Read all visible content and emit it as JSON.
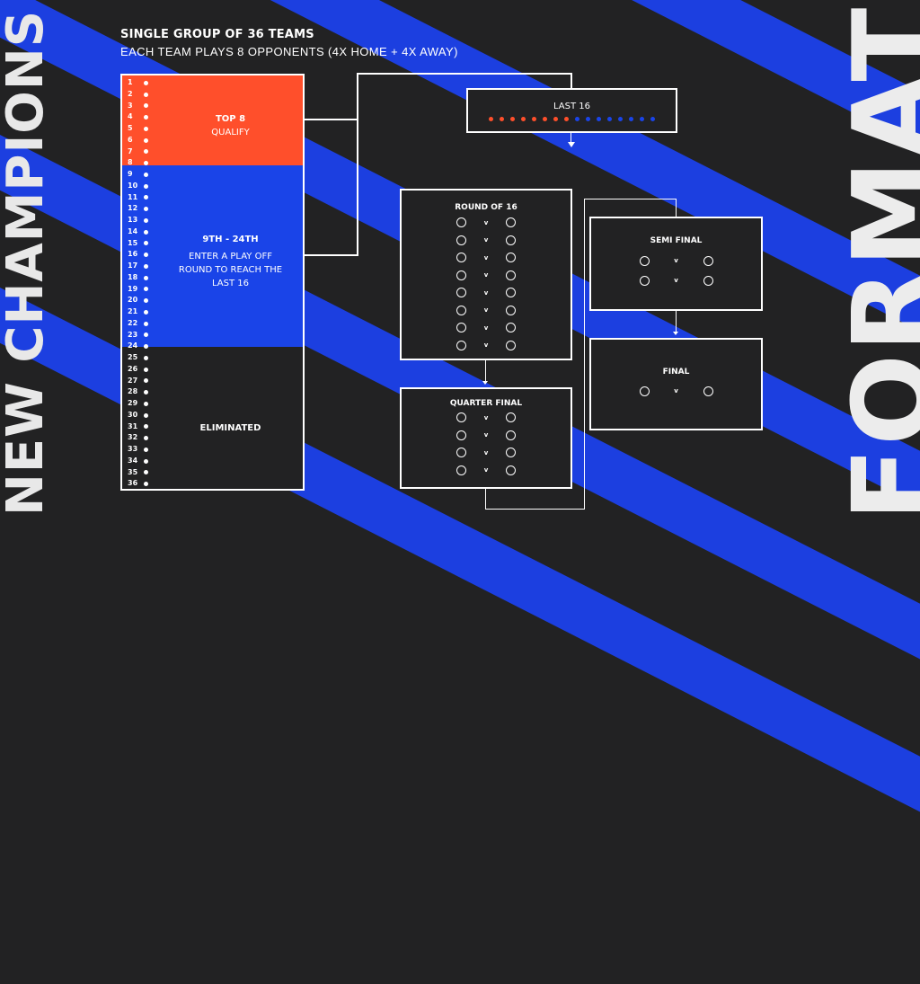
{
  "side_title_left": "NEW CHAMPIONS",
  "side_title_right": "FORMAT",
  "header": {
    "title": "SINGLE GROUP OF 36 TEAMS",
    "subtitle": "EACH TEAM PLAYS 8 OPPONENTS (4X HOME + 4X AWAY)"
  },
  "league_table": {
    "positions": [
      "1",
      "2",
      "3",
      "4",
      "5",
      "6",
      "7",
      "8",
      "9",
      "10",
      "11",
      "12",
      "13",
      "14",
      "15",
      "16",
      "17",
      "18",
      "19",
      "20",
      "21",
      "22",
      "23",
      "24",
      "25",
      "26",
      "27",
      "28",
      "29",
      "30",
      "31",
      "32",
      "33",
      "34",
      "35",
      "36"
    ],
    "zones": [
      {
        "label_1": "TOP 8",
        "label_2": "QUALIFY",
        "color": "#ff4f2b"
      },
      {
        "label_1": "9TH - 24TH",
        "label_2": "ENTER A PLAY OFF ROUND TO REACH THE LAST 16",
        "color": "#1a44e8"
      },
      {
        "label_1": "ELIMINATED",
        "color": "#222223"
      }
    ]
  },
  "last16": {
    "label": "LAST 16",
    "orange_dots": 8,
    "blue_dots": 8
  },
  "rounds": {
    "r16": {
      "label": "ROUND OF 16",
      "matches": 8
    },
    "qf": {
      "label": "QUARTER FINAL",
      "matches": 4
    },
    "sf": {
      "label": "SEMI FINAL",
      "matches": 2
    },
    "final": {
      "label": "FINAL",
      "matches": 1
    },
    "versus": "v"
  },
  "colors": {
    "orange": "#ff4f2b",
    "blue": "#1a44e8",
    "background": "#222223"
  }
}
